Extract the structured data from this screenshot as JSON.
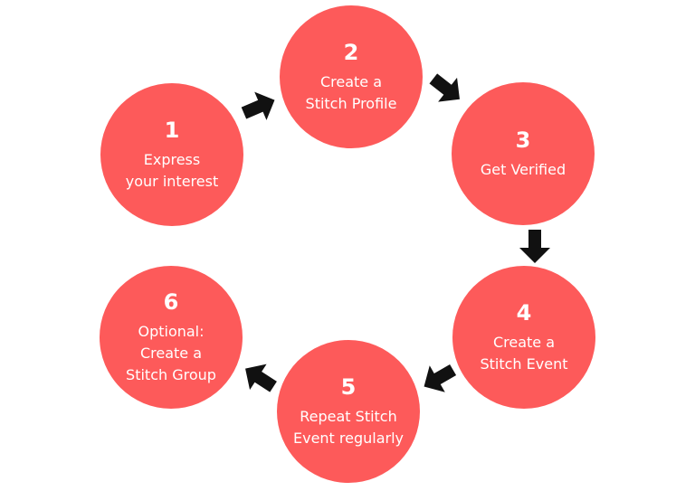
{
  "steps": [
    {
      "number": "1",
      "label": "Express\nyour interest"
    },
    {
      "number": "2",
      "label": "Create a\nStitch Profile"
    },
    {
      "number": "3",
      "label": "Get Verified"
    },
    {
      "number": "4",
      "label": "Create a\nStitch Event"
    },
    {
      "number": "5",
      "label": "Repeat Stitch\nEvent regularly"
    },
    {
      "number": "6",
      "label": "Optional:\nCreate a\nStitch Group"
    }
  ],
  "colors": {
    "circle": "#fd5a5a",
    "text": "#ffffff",
    "arrow": "#111111",
    "background": "#ffffff"
  },
  "connectors": [
    {
      "from": "1",
      "to": "2",
      "icon": "arrow-icon"
    },
    {
      "from": "2",
      "to": "3",
      "icon": "arrow-icon"
    },
    {
      "from": "3",
      "to": "4",
      "icon": "arrow-icon"
    },
    {
      "from": "4",
      "to": "5",
      "icon": "arrow-icon"
    },
    {
      "from": "5",
      "to": "6",
      "icon": "arrow-icon"
    }
  ]
}
